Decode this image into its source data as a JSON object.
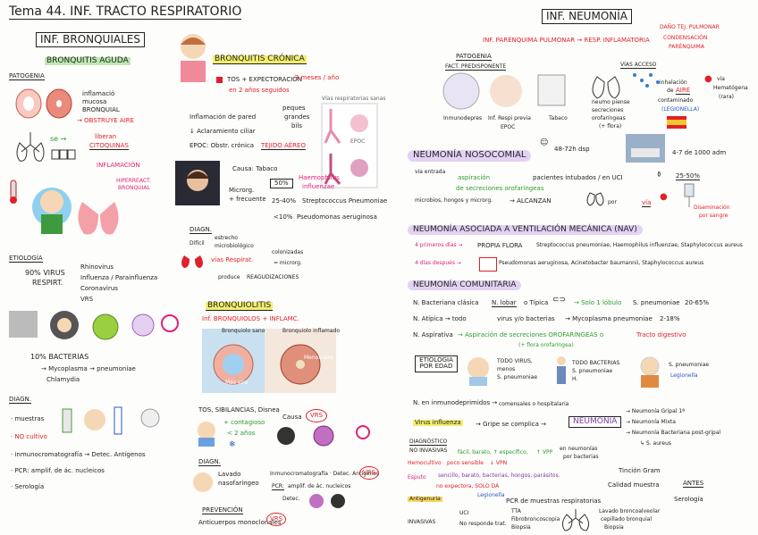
{
  "title": "Tema 44. INF. TRACTO RESPIRATORIO",
  "left": {
    "box_title": "INF. BRONQUIALES",
    "aguda": {
      "heading": "BRONQUITIS AGUDA",
      "patogenia": "PATOGENIA",
      "inflam1": "inflamació",
      "inflam2": "mucosa",
      "inflam3": "BRONQUIAL",
      "obstruye": "→ OBSTRUYE AIRE",
      "se": "se →",
      "liberan": "liberan",
      "citoquinas": "CITOQUINAS",
      "inflamacion": "INFLAMACIÓN",
      "hiperreact1": "HIPERREACT.",
      "hiperreact2": "BRONQUIAL",
      "etiologia": "ETIOLOGÍA",
      "virus_pct": "90% VIRUS",
      "respirt": "RESPIRT.",
      "virus_list": [
        "Rhinovirus",
        "Influenza / Parainfluenza",
        "Coronavirus",
        "VRS"
      ],
      "bact_pct": "10% BACTERIAS",
      "mycoplasma": "→ Mycoplasma → pneumoniae",
      "chlamydia": "Chlamydia",
      "diagn": "DIAGN.",
      "diagn_list": [
        "· muestras",
        "· NO cultivo",
        "· inmunocromatografía → Detec. Antígenos",
        "· PCR: amplif. de ác. nucleicos",
        "· Serología"
      ]
    },
    "cronica": {
      "heading": "BRONQUITIS CRÓNICA",
      "tos": "TOS + EXPECTORACIÓN",
      "meses": "3 meses / año",
      "en2": "en 2 años seguidos",
      "inflam": "Inflamación de pared",
      "peques": "peques",
      "grandes": "grandes",
      "bils": "bils",
      "aclar": "↓ Aclaramiento ciliar",
      "epoc": "EPOC: Obstr. crónica",
      "tejido": "TEJIDO AÉREO",
      "fig_title": "Vías respiratorias sanas",
      "fig_epoc": "EPOC",
      "causa": "Causa: Tabaco",
      "microrg": "Microrg.",
      "frecuente": "+ frecuente",
      "p50": "50%",
      "haemo": "Haemophilus",
      "influenzae": "influenzae",
      "p25": "25-40%",
      "strepto": "Streptococcus Pneumoniae",
      "p10": "<10%",
      "pseudo": "Pseudomonas aeruginosa",
      "diagn": "DIAGN.",
      "dificil": "Difícil",
      "estrecho": "estrecho",
      "microbio": "microbiológico",
      "vias": "vías Respirat.",
      "coloniz": "colonizadas",
      "microrg2": "= microrg.",
      "produce": "produce",
      "reagud": "REAGUDIZACIONES"
    },
    "bronquiolitis": {
      "heading": "BRONQUIOLITIS",
      "inf": "Inf. BRONQUIOLOS + INFLAMC.",
      "label_sano": "Bronquiolo sano",
      "label_infl": "Bronquiolo inflamado",
      "mas_aire": "Más aire",
      "menos_aire": "Menos aire",
      "tos": "TOS, SIBILANCIAS, Disnea",
      "contagioso": "+ contagioso",
      "dano": "< 2 años",
      "causa": "Causa",
      "vrs": "VRS",
      "diagn": "DIAGN.",
      "lavado1": "Lavado",
      "lavado2": "nasofaríngeo",
      "inmuno": "Inmunocromatografía · Detec. Antígenos",
      "pcr": "PCR:",
      "amplif": "amplif. de ác. nucleicos",
      "detec": "Detec.",
      "prevencion": "PREVENCIÓN",
      "anticuerpos": "Anticuerpos monoclonales"
    }
  },
  "right": {
    "box_title": "INF. NEUMONÍA",
    "def1": "INF. PARÉNQUIMA PULMONAR → RESP. INFLAMATORIA",
    "def2": "DAÑO TEJ. PULMONAR",
    "def3": "CONDENSACIÓN",
    "def4": "PARÉNQUIMA",
    "patogenia": "PATOGENIA",
    "fact_predisp": "FACT. PREDISPONENTE",
    "vias_acceso": "VÍAS ACCESO",
    "inmunodep": "Inmunodepres",
    "inf_respira": "Inf. Respi previa",
    "epoc": "EPOC",
    "tabaco": "Tabaco",
    "neumo_piense": "neumo piense",
    "secrecion": "secreciones",
    "orofaringeas": "orofaríngeas",
    "flora": "(+ flora)",
    "inhalacion": "inhalación",
    "de": "de",
    "aire": "AIRE",
    "contaminado": "contaminado",
    "legionela": "(LEGIONELLA)",
    "via": "vía",
    "hematogena": "Hematógena",
    "rara": "(rara)",
    "nosocomial": "NEUMONÍA NOSOCOMIAL",
    "h4872": "48-72h dsp",
    "mil": "4-7 de 1000 adm",
    "pacientes": "pacientes intubados / en UCI",
    "via_entrada": "vía entrada",
    "aspiracion": "aspiración",
    "secreciones": "de secreciones orofaríngeas",
    "microbios": "microbios, hongos y microrg.",
    "alcanzan": "→ ALCANZAN",
    "por": "por",
    "vas": "vía",
    "p2550": "25-50%",
    "diseminacion": "Diseminación",
    "sangre": "por sangre",
    "nav": "NEUMONÍA ASOCIADA A VENTILACIÓN MECÁNICA (NAV)",
    "nav_4d": "4 primeros días →",
    "nav_flora": "PROPIA FLORA",
    "nav_strep": "Streptococcus pneumoniae, Haemophilus influenzae, Staphylococcus aureus",
    "nav_4dd": "4 días después →",
    "nav_pseudo": "Pseudomonas aeruginosa, Acinetobacter baumannii, Staphylococcus aureus",
    "comunitaria": "NEUMONÍA COMUNITARIA",
    "bacteriana": "N. Bacteriana clásica",
    "lobar": "N. lobar",
    "tipica": "o Típica",
    "solo": "→ Solo 1 lóbulo",
    "spn": "S. pneumoniae",
    "p2065": "20-65%",
    "atipica": "N. Atípica → todo",
    "virus_bact": "virus y/o bacterias",
    "mycoplasma": "→ Mycoplasma pneumoniae",
    "p218": "2-18%",
    "aspirativa": "N. Aspirativa",
    "aspiracion2": "→ Aspiración de secreciones OROFARÍNGEAS o",
    "flora_oro": "(+ flora orofaríngea)",
    "tracto": "Tracto digestivo",
    "etiol_edad": "ETIOLOGÍA POR EDAD",
    "todo_virus": "TODO VIRUS,",
    "menos": "menos",
    "s_pneumo": "S. pneumoniae",
    "todo_bact": "TODO BACTERIAS",
    "s_pneumo2": "S. pneumoniae",
    "h": "H.",
    "s_pneumo3": "S. pneumoniae",
    "legionella": "Legionella",
    "inmunodep2": "N. en inmunodeprimidos →",
    "comensal": "comensales o hospitalaria",
    "virus_inf": "Virus influenza",
    "gripe": "→ Gripe se complica →",
    "neumonia": "NEUMONÍA",
    "n_gripal": "→ Neumonía Gripal 1ª",
    "n_mixta": "→ Neumonía Mixta",
    "n_bact": "→ Neumonía Bacteriana post-gripal",
    "s_aureus": "↳ S. aureus",
    "diagnostico": "DIAGNÓSTICO",
    "no_invasivas": "NO INVASIVAS",
    "hemocultivo": "Hemocultivo",
    "poco": "poco sensible",
    "vpn": "↓ VPN",
    "facil": "fácil, barato, ↑ específico,",
    "vpp": "↑ VPP",
    "neumonias": "en neumonías",
    "por_bact": "por bacterias",
    "esputo": "Esputo",
    "sencillo": "sencillo, barato, bacterias, hongos, parásitos.",
    "no_expect": "no expectora, SOLO DA",
    "tincion": "Tinción Gram",
    "calidad": "Calidad muestra",
    "antes": "ANTES",
    "antigenuria": "Antigenuria",
    "legion": "Legionella",
    "pcr": "PCR de muestras respiratorias",
    "serologia": "Serología",
    "invasivas": "INVASIVAS",
    "uci": "UCI",
    "no_resp": "No responde trat.",
    "tta": "TTA",
    "fibro": "Fibrobroncoscopia",
    "biopsia": "Biopsia",
    "lavado": "Lavado broncoalveolar",
    "cepillado": "cepillado bronquial",
    "biopsia2": "Biopsia"
  },
  "colors": {
    "red": "#e0202a",
    "pink": "#e0207a",
    "green": "#2f9a2f",
    "yellow": "#f3ee6e",
    "purple": "#e3d2f3"
  }
}
